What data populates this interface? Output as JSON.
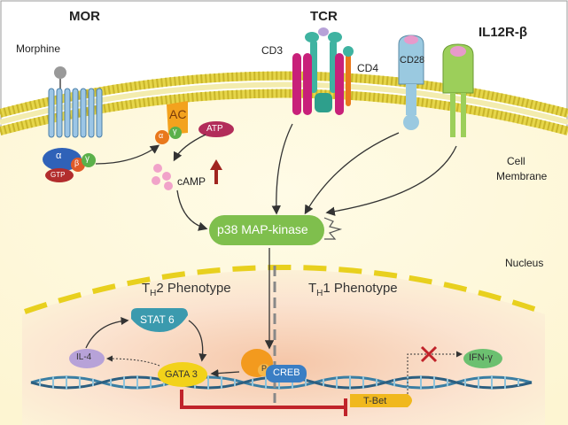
{
  "receptors": {
    "mor": "MOR",
    "tcr": "TCR",
    "il12r": "IL12R-β",
    "cd3": "CD3",
    "cd4": "CD4",
    "cd28": "CD28",
    "morphine": "Morphine"
  },
  "gprotein": {
    "alpha": "α",
    "beta": "β",
    "gamma": "γ",
    "gtp": "GTP"
  },
  "ac": {
    "label": "AC",
    "alpha": "α",
    "gamma": "γ"
  },
  "atp": "ATP",
  "camp": "cAMP",
  "cell_membrane": {
    "line1": "Cell",
    "line2": "Membrane"
  },
  "p38": "p38 MAP-kinase",
  "nucleus": "Nucleus",
  "th2": {
    "t": "T",
    "sub": "H",
    "rest": "2 Phenotype"
  },
  "th1": {
    "t": "T",
    "sub": "H",
    "rest": "1 Phenotype"
  },
  "stat6": "STAT 6",
  "il4": "IL-4",
  "gata3": "GATA 3",
  "creb": "CREB",
  "creb_p": "P",
  "tbet": "T-Bet",
  "ifng": "IFN-γ",
  "colors": {
    "membrane": "#e6d64a",
    "p38": "#7fbf4d",
    "tcr": "#c8207a",
    "cd28": "#9ac9e0",
    "il12r": "#9ccf5a",
    "inhibit": "#c0232a",
    "stat6": "#3b9aae",
    "gata3": "#f2d21a",
    "creb": "#3a7ec4",
    "tbet": "#f0b81e",
    "ifng": "#6cc070",
    "il4": "#b7a2d8"
  }
}
